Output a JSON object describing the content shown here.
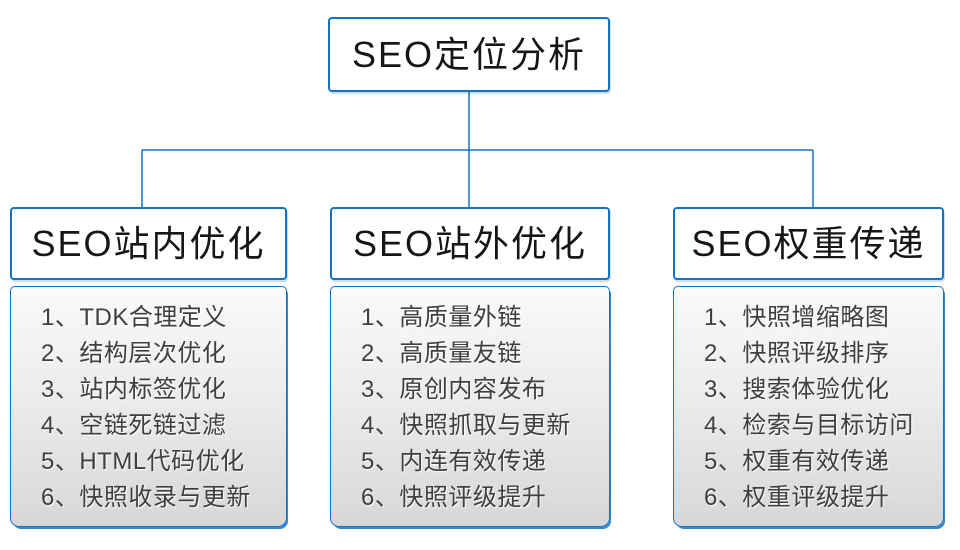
{
  "accent_color": "#1573c4",
  "diagram": {
    "root_label": "SEO定位分析",
    "branches": [
      {
        "title": "SEO站内优化",
        "items": [
          "1、TDK合理定义",
          "2、结构层次优化",
          "3、站内标签优化",
          "4、空链死链过滤",
          "5、HTML代码优化",
          "6、快照收录与更新"
        ]
      },
      {
        "title": "SEO站外优化",
        "items": [
          "1、高质量外链",
          "2、高质量友链",
          "3、原创内容发布",
          "4、快照抓取与更新",
          "5、内连有效传递",
          "6、快照评级提升"
        ]
      },
      {
        "title": "SEO权重传递",
        "items": [
          "1、快照增缩略图",
          "2、快照评级排序",
          "3、搜索体验优化",
          "4、检索与目标访问",
          "5、权重有效传递",
          "6、权重评级提升"
        ]
      }
    ]
  }
}
